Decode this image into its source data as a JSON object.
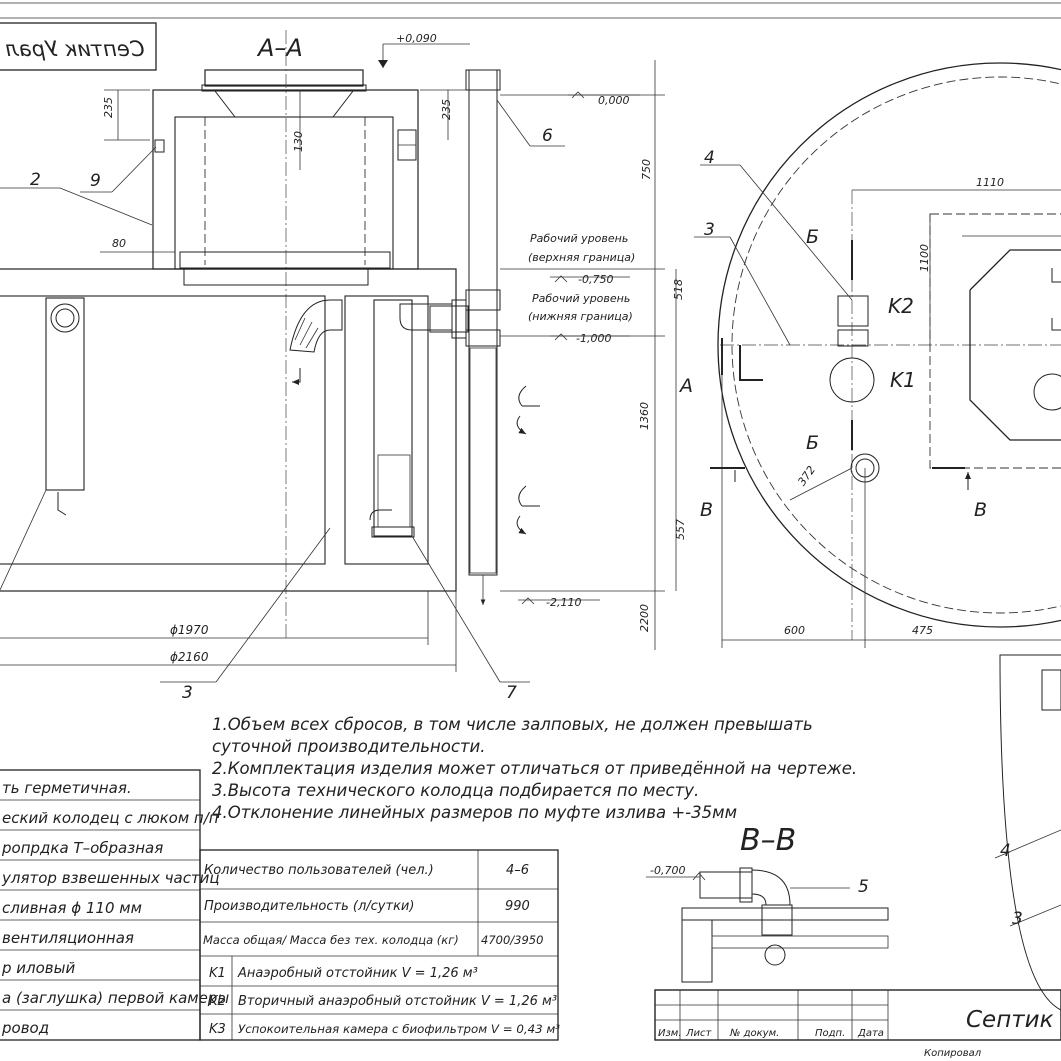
{
  "title_top": "Септик Урал",
  "section_aa": "А–А",
  "section_bb": "В–В",
  "levels": {
    "top": "+0,090",
    "zero": "0,000",
    "upper": "-0,750",
    "lower": "-1,000",
    "bottom": "-2,110",
    "bb": "-0,700"
  },
  "work_level_upper": [
    "Рабочий уровень",
    "(верхняя граница)"
  ],
  "work_level_lower": [
    "Рабочий уровень",
    "(нижняя граница)"
  ],
  "dims": {
    "d235a": "235",
    "d235b": "235",
    "d130": "130",
    "d80": "80",
    "d750": "750",
    "d518": "518",
    "d1360": "1360",
    "d557": "557",
    "d2200": "2200",
    "d1970": "ϕ1970",
    "d2160": "ϕ2160",
    "d1110": "1110",
    "d1100": "1100",
    "d600": "600",
    "d475": "475",
    "d372": "372"
  },
  "callouts": {
    "c2": "2",
    "c9": "9",
    "c6": "6",
    "c3": "3",
    "c7": "7",
    "c4p": "4",
    "c3p": "3",
    "c5": "5",
    "c4r": "4",
    "c3r": "3"
  },
  "plan_labels": {
    "k2": "K2",
    "k1": "K1",
    "a": "A",
    "b1": "Б",
    "b2": "Б",
    "v1": "В",
    "v2": "В"
  },
  "notes": [
    "1.Объем всех сбросов, в том числе залповых, не должен превышать",
    "суточной производительности.",
    "2.Комплектация изделия может отличаться от приведённой на чертеже.",
    "3.Высота технического колодца подбирается по месту.",
    "4.Отклонение линейных размеров по муфте излива +-35мм"
  ],
  "legend": [
    "ть герметичная.",
    "еский колодец с люком п/п",
    "ропрдка Т–образная",
    "улятор взвешенных частиц",
    " сливная ϕ 110 мм",
    " вентиляционная",
    "р иловый",
    "а (заглушка) первой камеры",
    "ровод"
  ],
  "spec": {
    "rows": [
      {
        "label": "Количество пользователей (чел.)",
        "value": "4–6"
      },
      {
        "label": "Производительность (л/сутки)",
        "value": "990"
      },
      {
        "label": "Масса общая/ Масса без тех. колодца (кг)",
        "value": "4700/3950"
      }
    ],
    "chambers": [
      {
        "code": "K1",
        "text": "Анаэробный отстойник V = 1,26 м³"
      },
      {
        "code": "K2",
        "text": "Вторичный анаэробный отстойник V = 1,26 м³"
      },
      {
        "code": "K3",
        "text": "Успокоительная камера с биофильтром V = 0,43 м³"
      }
    ]
  },
  "stamp": {
    "cols": [
      "Изм.",
      "Лист",
      "№ докум.",
      "Подп.",
      "Дата"
    ],
    "title": "Септик",
    "footer": "Копировал"
  }
}
